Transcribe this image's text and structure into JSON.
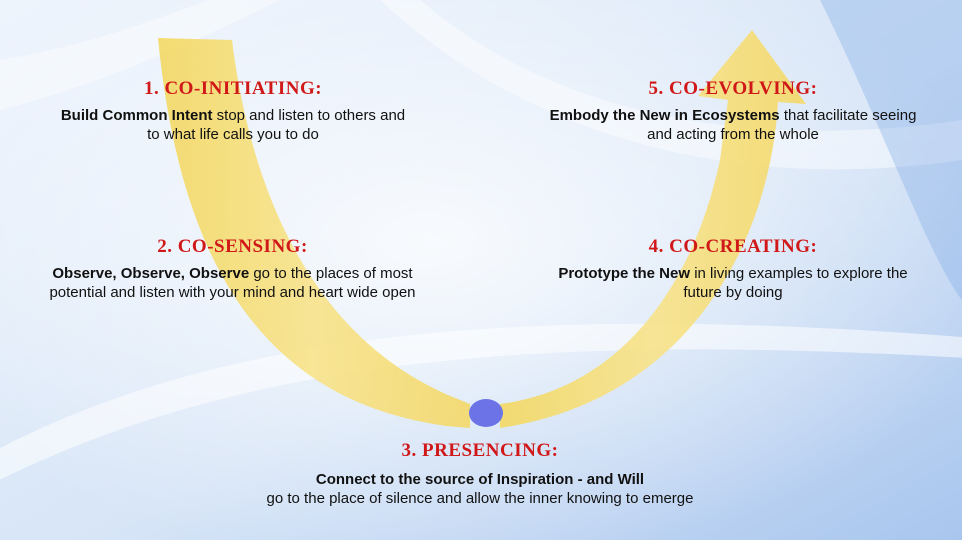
{
  "colors": {
    "heading": "#d01818",
    "u_curve": "#f6de73",
    "center_dot": "#6b73e6",
    "background": "#dbe8f8"
  },
  "stages": {
    "co_initiating": {
      "heading": "1. CO-INITIATING:",
      "lead": "Build Common Intent",
      "text": " stop and listen to others and to what life calls you to do"
    },
    "co_sensing": {
      "heading": "2. CO-SENSING:",
      "lead": "Observe, Observe, Observe",
      "text": " go to the places of  most potential and listen with your mind and heart wide open"
    },
    "presencing": {
      "heading": "3. PRESENCING:",
      "lead": "Connect to the source of Inspiration - and Will",
      "text": "go to the place of silence and allow the inner knowing to emerge"
    },
    "co_creating": {
      "heading": "4. CO-CREATING:",
      "lead": "Prototype the New",
      "text": " in living examples to explore the future by doing"
    },
    "co_evolving": {
      "heading": "5. CO-EVOLVING:",
      "lead": "Embody the New in Ecosystems",
      "text": " that facilitate seeing and acting from the whole"
    }
  }
}
